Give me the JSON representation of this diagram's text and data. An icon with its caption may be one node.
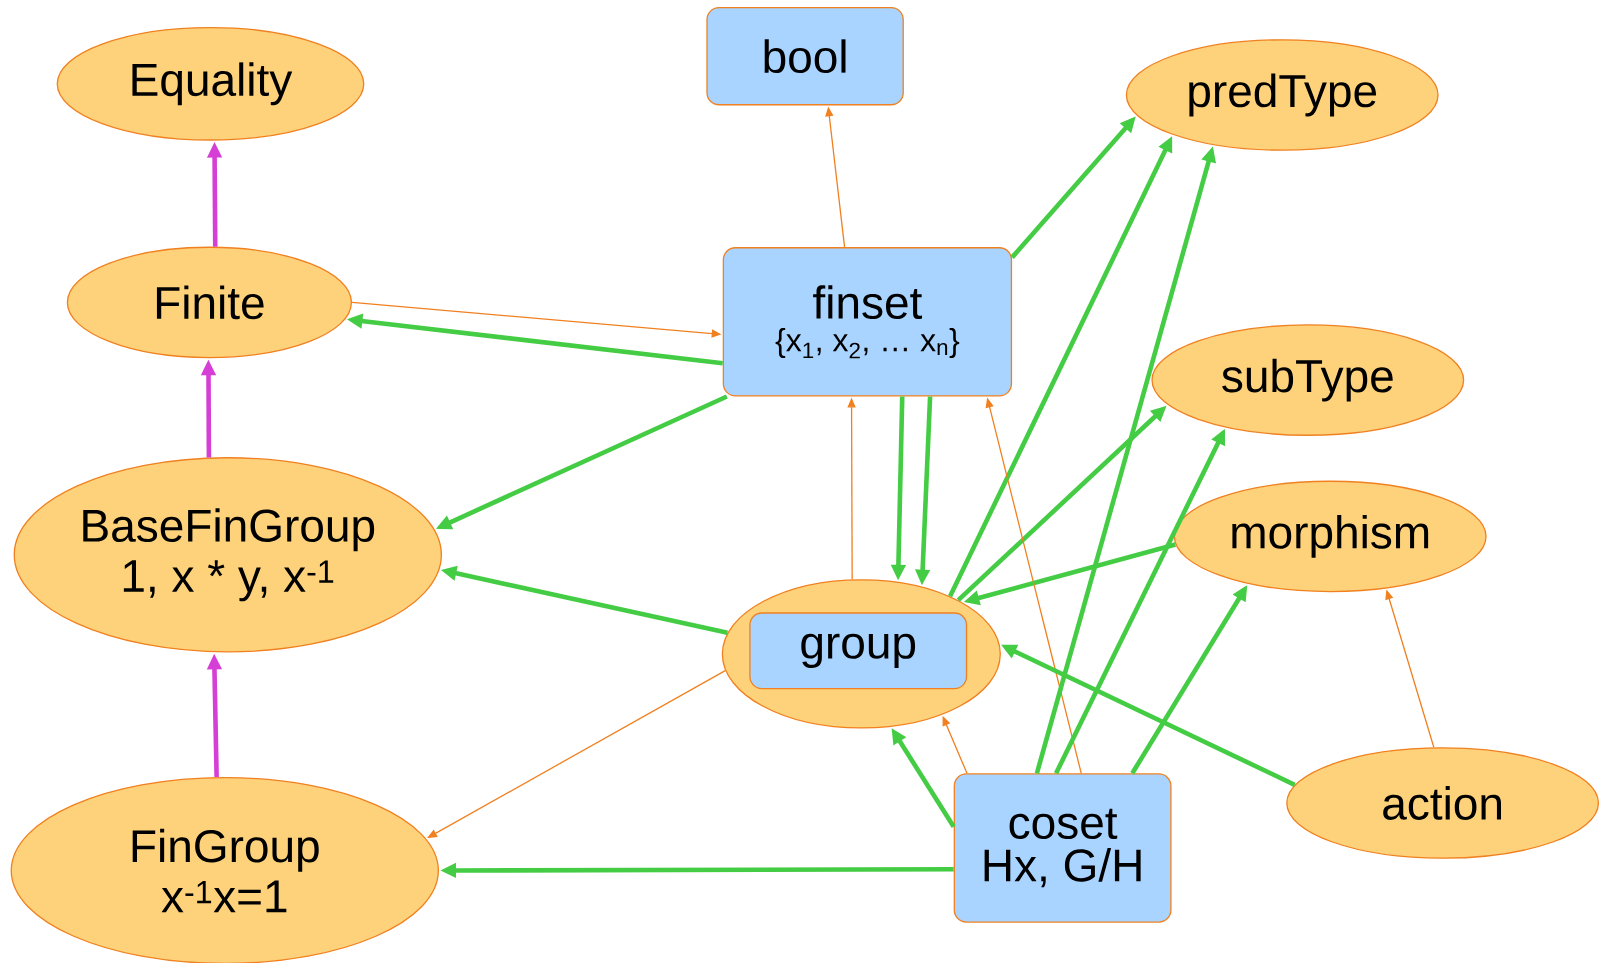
{
  "diagram": {
    "nodes": [
      {
        "text": [
          "Equality"
        ]
      },
      {
        "text": [
          "bool"
        ]
      },
      {
        "text": [
          "predType"
        ]
      },
      {
        "text": [
          "Finite"
        ]
      },
      {
        "text": [
          "finset",
          "{x$_{1}$, x$_{2}$, … x$_{n}$}"
        ]
      },
      {
        "text": [
          "subType"
        ]
      },
      {
        "text": [
          "BaseFinGroup",
          "1, x * y, x$^{-1}$"
        ]
      },
      {
        "text": [
          "morphism"
        ]
      },
      {
        "text": [],
        "shape": "ellipse"
      },
      {
        "text": [
          "group"
        ],
        "in": 8
      },
      {
        "text": [
          "FinGroup",
          "x$^{-1}$x=1"
        ]
      },
      {
        "text": [
          "coset",
          "Hx, G/H"
        ]
      },
      {
        "text": [
          "action"
        ]
      }
    ],
    "edges": [
      {
        "from": 3,
        "to": 0,
        "arrow": "to",
        "color": "#d63fd6"
      },
      {
        "from": 6,
        "to": 3,
        "arrow": "to",
        "color": "#d63fd6"
      },
      {
        "from": 10,
        "to": 6,
        "arrow": "to",
        "color": "#d63fd6"
      },
      {
        "from": 4,
        "to": 1,
        "arrow": "to",
        "color": "#f08020"
      },
      {
        "from": 3,
        "to": 4,
        "arrow": "to",
        "color": "#f08020"
      },
      {
        "from": 4,
        "to": 3,
        "arrow": "to"
      },
      {
        "from": 4,
        "to": 2,
        "arrow": "to"
      },
      {
        "from": 4,
        "to": 6,
        "arrow": "to"
      },
      {
        "from": 4,
        "to": 8,
        "arrow": "to"
      },
      {
        "from": 4,
        "to": 8,
        "arrow": "to"
      },
      {
        "from": 8,
        "to": 4,
        "arrow": "to",
        "color": "#f08020"
      },
      {
        "from": 8,
        "to": 2,
        "arrow": "to"
      },
      {
        "from": 8,
        "to": 5,
        "arrow": "to"
      },
      {
        "from": 7,
        "to": 8,
        "arrow": "to"
      },
      {
        "from": 8,
        "to": 6,
        "arrow": "to"
      },
      {
        "from": 8,
        "to": 10,
        "arrow": "to",
        "color": "#f08020"
      },
      {
        "from": 11,
        "to": 8,
        "arrow": "to",
        "color": "#f08020"
      },
      {
        "from": 11,
        "to": 8,
        "arrow": "to"
      },
      {
        "from": 11,
        "to": 10,
        "arrow": "to"
      },
      {
        "from": 11,
        "to": 4,
        "arrow": "to",
        "color": "#f08020"
      },
      {
        "from": 11,
        "to": 2,
        "arrow": "to"
      },
      {
        "from": 11,
        "to": 5,
        "arrow": "to"
      },
      {
        "from": 11,
        "to": 7,
        "arrow": "to"
      },
      {
        "from": 12,
        "to": 8,
        "arrow": "to"
      },
      {
        "from": 12,
        "to": 7,
        "arrow": "to",
        "color": "#f08020"
      }
    ]
  }
}
